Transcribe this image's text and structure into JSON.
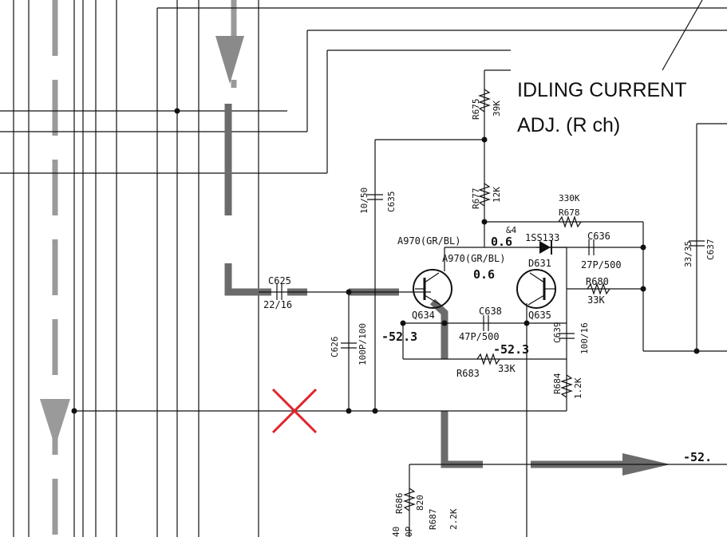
{
  "annotation": {
    "title_line1": "IDLING CURRENT",
    "title_line2": "ADJ. (R ch)",
    "cross_mark_color": "#e0242b"
  },
  "components": {
    "r675": {
      "ref": "R675",
      "value": "39K"
    },
    "r677": {
      "ref": "R677",
      "value": "12K"
    },
    "r678": {
      "ref": "R678",
      "value": "330K"
    },
    "r680": {
      "ref": "R680",
      "value": "33K"
    },
    "r683": {
      "ref": "R683",
      "value": "33K"
    },
    "r684": {
      "ref": "R684",
      "value": "1.2K"
    },
    "r686": {
      "ref": "R686",
      "value": "820"
    },
    "r687": {
      "ref": "R687",
      "value": "2.2K"
    },
    "c625": {
      "ref": "C625",
      "value": "22/16"
    },
    "c626": {
      "ref": "C626",
      "value": "100P/100"
    },
    "c635": {
      "ref": "C635",
      "value": "10/50"
    },
    "c636": {
      "ref": "C636",
      "value": "27P/500"
    },
    "c637": {
      "ref": "C637",
      "value": "33/35"
    },
    "c638": {
      "ref": "C638",
      "value": "47P/500"
    },
    "c639": {
      "ref": "C639",
      "value": "100/16"
    },
    "q634": {
      "ref": "Q634",
      "part": "A970(GR/BL)"
    },
    "q635": {
      "ref": "Q635",
      "part": "A970(GR/BL)"
    },
    "d631": {
      "ref": "D631",
      "part": "1SS133",
      "mark": "&4"
    }
  },
  "voltages": {
    "q634_base": "0.6",
    "q635_base": "0.6",
    "q634_emitter": "-52.3",
    "q635_emitter": "-52.3",
    "output": "-52."
  },
  "partial_labels": {
    "left_cap": "40",
    "left_cap_unit": "0P"
  }
}
